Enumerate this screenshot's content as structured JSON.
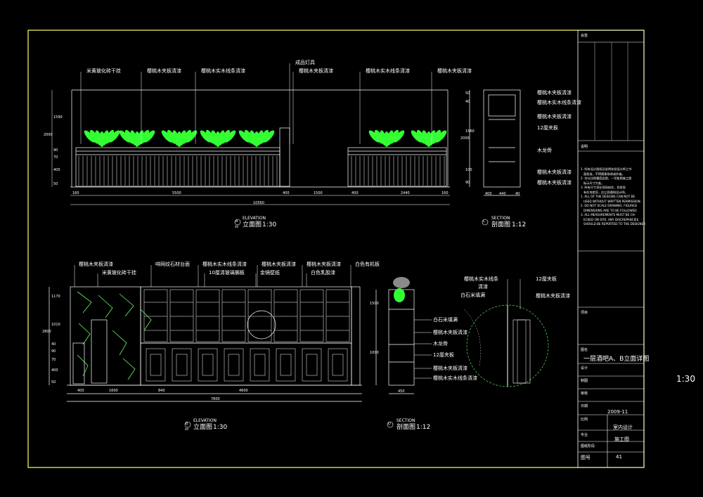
{
  "view": {
    "scale_side": "1:30"
  },
  "colors": {
    "frame": "#ffff66",
    "line": "#ffffff",
    "plant": "#33ff33",
    "green_line": "#66ff66",
    "background": "#000000"
  },
  "top_elevation": {
    "labels": [
      "米黄玻化砖干挂",
      "樱桃木夹板清漆",
      "樱桃木实木线条清漆",
      "成品灯具",
      "樱桃木夹板清漆",
      "樱桃木实木线条清漆",
      "樱桃木夹板清漆"
    ],
    "dims_bottom": [
      "160",
      "5500",
      "400",
      "1500",
      "400",
      "2440",
      "160"
    ],
    "dim_total": "10560",
    "dims_left": [
      "1590",
      "90",
      "70",
      "400",
      "50"
    ],
    "dim_left_total": "2000",
    "marker_code": "A",
    "marker_sub": "40",
    "caption_en": "ELEVATION",
    "caption_cn": "立面图",
    "caption_scale": "1:30"
  },
  "top_section": {
    "labels": [
      "樱桃木夹板清漆",
      "樱桃木实木线条清漆",
      "樱桃木夹板清漆",
      "12厘夹板",
      "木龙骨",
      "樱桃木夹板清漆",
      "樱桃木夹板清漆"
    ],
    "dims_left": [
      "50",
      "40",
      "1560",
      "100",
      "90"
    ],
    "dim_left_total": "2000",
    "dims_bottom": [
      "400",
      "440",
      "40"
    ],
    "marker_code": "C",
    "caption_en": "SECTION",
    "caption_cn": "剖面图",
    "caption_scale": "1:12"
  },
  "bottom_elevation": {
    "labels": [
      "樱桃木夹板清漆",
      "米黄玻化砖干挂",
      "啡网纹石材台面",
      "樱桃木实木线条清漆",
      "10厘清玻璃搁板",
      "樱桃木夹板清漆",
      "金镜壁纸",
      "樱桃木夹板清漆",
      "白色乳胶漆",
      "白色有机板"
    ],
    "dims_bottom": [
      "400",
      "1600",
      "840",
      "4600"
    ],
    "dim_total": "7800",
    "dims_left": [
      "1170",
      "1010",
      "40",
      "90",
      "70",
      "400",
      "50"
    ],
    "dim_left_total": "2800",
    "marker_code": "B",
    "marker_sub": "40",
    "caption_en": "ELEVATION",
    "caption_cn": "立面图",
    "caption_scale": "1:30"
  },
  "bottom_section": {
    "labels": [
      "白石米填满",
      "樱桃木夹板清漆",
      "木龙骨",
      "12厘夹板",
      "樱桃木夹板清漆",
      "樱桃木实木线条清漆"
    ],
    "dims_left": [
      "1500",
      "1000"
    ],
    "dims_bottom": [
      "450"
    ],
    "detail_labels": [
      "樱桃木实木线条",
      "清漆",
      "白石米填满",
      "12厘夹板",
      "樱桃木夹板清漆"
    ],
    "marker_code": "D",
    "caption_en": "SECTION",
    "caption_cn": "剖面图",
    "caption_scale": "1:12"
  },
  "title_block": {
    "header1": "会签",
    "notes_header": "说明",
    "notes": "1. 所有设计图纸及说明非经设计师之书\n   面批准，不得随意修改或抄袭。\n2. 勿以比例量度此图，一切依照施工图\n   标示尺寸为准。\n3. 所有尺寸须在现场核实，如发现\n   有任何差异，应立即通知设计师。\n1. ALL OF THE DESIGNS CAN NOT BE\n   USED WITHOUT WRITTEN PERMISSION.\n2. DO NOT SCALE DRAWING. FIGURED\n   DIMENSIONS ARE TO BE FOLLOWED.\n3. ALL MEASUREMENTS MUST BE CH-\n   ECKED ON SITE. ANY DISCREPANCIES\n   SHOULD BE REPORTED TO THE DESIGNER",
    "project_header": "项目",
    "drawing_name_header": "图名",
    "drawing_name": "一层酒吧A、B立面详图",
    "design_header": "设计",
    "drawn_header": "制图",
    "check_header": "审核",
    "date_header": "日期",
    "date": "2009-11",
    "scale_header": "比例",
    "specialty_header": "专业",
    "specialty": "室内设计",
    "stage_header": "图纸阶段",
    "stage": "施工图",
    "drawing_no_header": "图号",
    "drawing_no": "41"
  }
}
